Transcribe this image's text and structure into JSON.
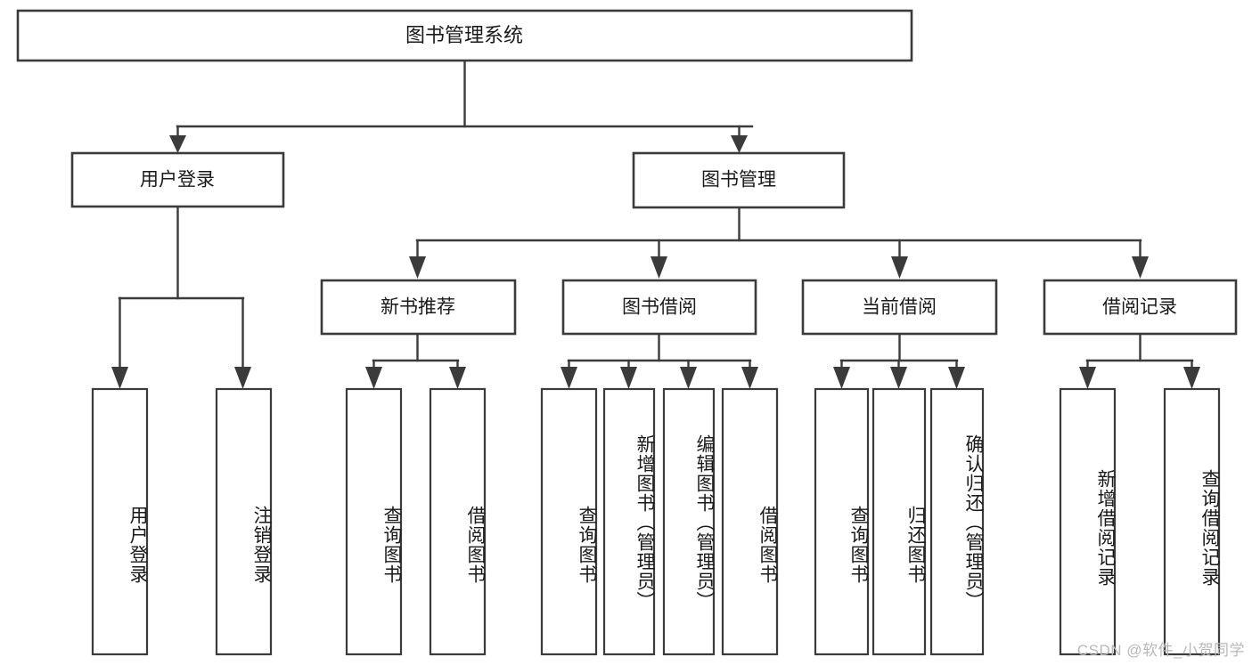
{
  "diagram": {
    "type": "tree-hierarchy-flowchart",
    "root": {
      "id": "root",
      "label": "图书管理系统"
    },
    "level2": [
      {
        "id": "user-login",
        "label": "用户登录"
      },
      {
        "id": "book-manage",
        "label": "图书管理"
      }
    ],
    "level3": [
      {
        "id": "new-book-recommend",
        "label": "新书推荐",
        "parent": "book-manage"
      },
      {
        "id": "book-borrow",
        "label": "图书借阅",
        "parent": "book-manage"
      },
      {
        "id": "current-borrow",
        "label": "当前借阅",
        "parent": "book-manage"
      },
      {
        "id": "borrow-record",
        "label": "借阅记录",
        "parent": "book-manage"
      }
    ],
    "leaves": {
      "user-login": [
        {
          "id": "leaf-user-login",
          "label": "用户登录"
        },
        {
          "id": "leaf-logout-login",
          "label": "注销登录"
        }
      ],
      "new-book-recommend": [
        {
          "id": "leaf-query-book-1",
          "label": "查询图书"
        },
        {
          "id": "leaf-borrow-book-1",
          "label": "借阅图书"
        }
      ],
      "book-borrow": [
        {
          "id": "leaf-query-book-2",
          "label": "查询图书"
        },
        {
          "id": "leaf-add-book",
          "label": "新增图书（管理员）"
        },
        {
          "id": "leaf-edit-book",
          "label": "编辑图书（管理员）"
        },
        {
          "id": "leaf-borrow-book-2",
          "label": "借阅图书"
        }
      ],
      "current-borrow": [
        {
          "id": "leaf-query-book-3",
          "label": "查询图书"
        },
        {
          "id": "leaf-return-book",
          "label": "归还图书"
        },
        {
          "id": "leaf-confirm-return",
          "label": "确认归还（管理员）"
        }
      ],
      "borrow-record": [
        {
          "id": "leaf-add-record",
          "label": "新增借阅记录"
        },
        {
          "id": "leaf-query-record",
          "label": "查询借阅记录"
        }
      ]
    }
  },
  "watermark": {
    "text": "CSDN @软件_小贺同学"
  },
  "colors": {
    "stroke": "#3b3b3b",
    "box_fill": "#ffffff",
    "text": "#1a1a1a",
    "watermark": "#b9b9b9",
    "background": "#ffffff"
  }
}
